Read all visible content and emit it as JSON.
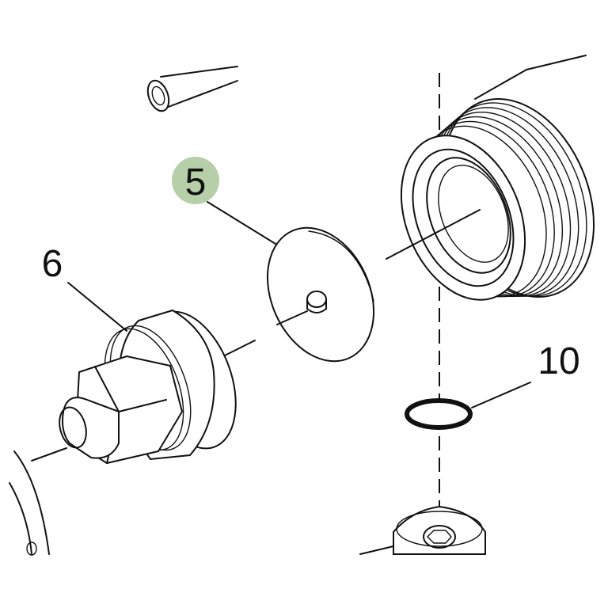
{
  "diagram": {
    "callouts": [
      {
        "id": "callout-5",
        "label": "5",
        "highlighted": true
      },
      {
        "id": "callout-6",
        "label": "6",
        "highlighted": false
      },
      {
        "id": "callout-10",
        "label": "10",
        "highlighted": false
      }
    ],
    "colors": {
      "line": "#111111",
      "background": "#ffffff",
      "highlight": "#a9c79a"
    }
  }
}
